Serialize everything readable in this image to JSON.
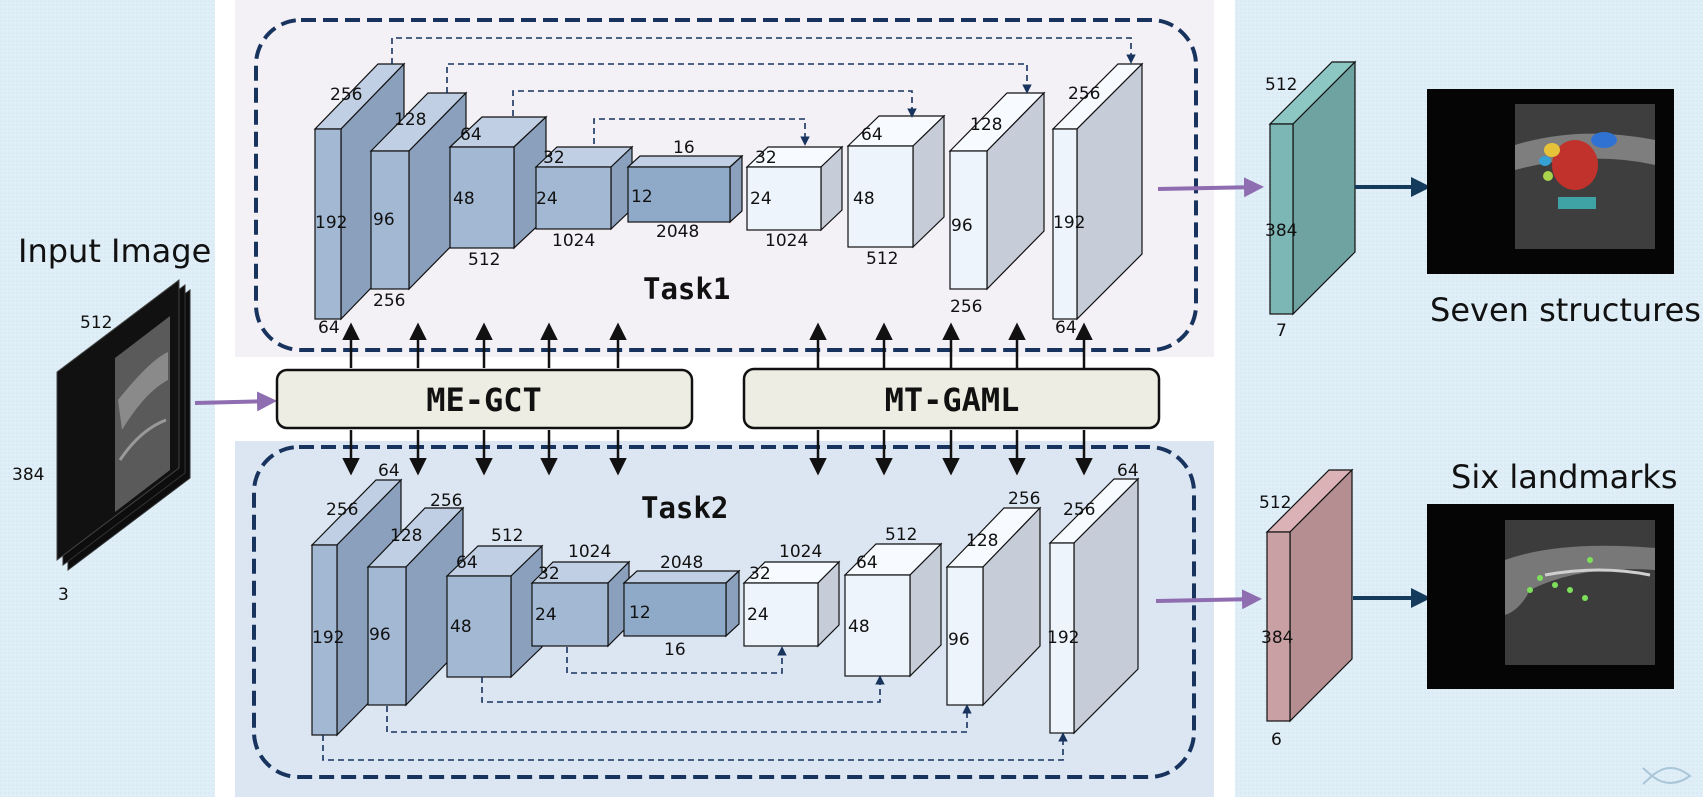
{
  "input": {
    "title": "Input Image",
    "dims": [
      "512",
      "384",
      "3"
    ]
  },
  "task1": {
    "label": "Task1",
    "encoder": [
      {
        "top": "256",
        "side": "192",
        "bottom": "64"
      },
      {
        "top": "128",
        "side": "96",
        "bottom": "256"
      },
      {
        "top": "64",
        "side": "48",
        "bottom": "512"
      },
      {
        "top": "32",
        "side": "24",
        "bottom": "1024"
      },
      {
        "top": "16",
        "side": "12",
        "bottom": "2048"
      }
    ],
    "decoder": [
      {
        "top": "32",
        "side": "24",
        "bottom": "1024"
      },
      {
        "top": "64",
        "side": "48",
        "bottom": "512"
      },
      {
        "top": "128",
        "side": "96",
        "bottom": "256"
      },
      {
        "top": "256",
        "side": "192",
        "bottom": "64"
      }
    ],
    "output": {
      "top": "512",
      "side": "384",
      "bottom": "7",
      "color": "#7db7b5"
    },
    "result_title": "Seven structures"
  },
  "task2": {
    "label": "Task2",
    "encoder": [
      {
        "top": "64",
        "top2": "256",
        "side": "192"
      },
      {
        "top": "256",
        "top2": "128",
        "side": "96"
      },
      {
        "top": "512",
        "top2": "64",
        "side": "48"
      },
      {
        "top": "1024",
        "top2": "32",
        "side": "24"
      },
      {
        "top": "2048",
        "side": "12",
        "bottom": "16"
      }
    ],
    "decoder": [
      {
        "top": "1024",
        "top2": "32",
        "side": "24"
      },
      {
        "top": "512",
        "top2": "64",
        "side": "48"
      },
      {
        "top": "256",
        "top2": "128",
        "side": "96"
      },
      {
        "top": "64",
        "top2": "256",
        "side": "192"
      }
    ],
    "output": {
      "top": "512",
      "side": "384",
      "bottom": "6",
      "color": "#c9a0a3"
    },
    "result_title": "Six landmarks"
  },
  "modules": {
    "left": "ME-GCT",
    "right": "MT-GAML"
  },
  "colors": {
    "encoder_front": "#a3b8d3",
    "encoder_top": "#c0cfe3",
    "encoder_side": "#8aa0bd",
    "bottleneck_front": "#8faac9",
    "decoder_front": "#eef4fc",
    "decoder_top": "#f7fafe",
    "decoder_side": "#c6cdd8",
    "task1_bg": "#f3f0f6",
    "task2_bg": "#dce6f2",
    "dash": "#17335e",
    "arrow_purple": "#8e6db0",
    "arrow_navy": "#143a5c"
  }
}
